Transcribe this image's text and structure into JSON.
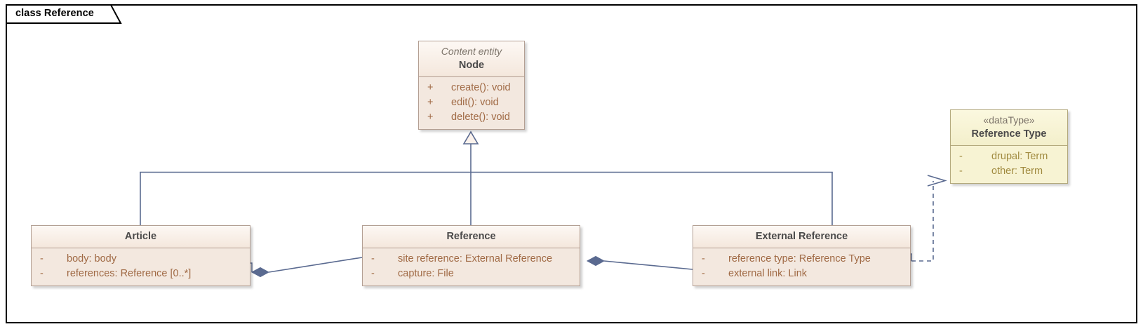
{
  "diagram": {
    "frame_title": "class Reference",
    "background": "#ffffff",
    "frame_border_color": "#000000"
  },
  "colors": {
    "class_fill": "#f3e8df",
    "class_header_fill": "#f6ece4",
    "class_border": "#b39f93",
    "datatype_fill": "#f7f3d3",
    "datatype_border": "#b3a97d",
    "member_text": "#a06a45",
    "datatype_member_text": "#a08a3f",
    "class_name_text": "#4b4a4a",
    "stereotype_text": "#7b7268",
    "connector": "#5a6a90",
    "diamond_fill": "#5a6a90"
  },
  "classes": [
    {
      "id": "node",
      "name": "Node",
      "stereotype": "Content entity",
      "stereotype_italic": true,
      "kind": "class",
      "members": [
        {
          "visibility": "+",
          "text": "create(): void"
        },
        {
          "visibility": "+",
          "text": "edit(): void"
        },
        {
          "visibility": "+",
          "text": "delete(): void"
        }
      ]
    },
    {
      "id": "reference-type",
      "name": "Reference Type",
      "stereotype": "«dataType»",
      "stereotype_italic": false,
      "kind": "datatype",
      "members": [
        {
          "visibility": "-",
          "text": "drupal: Term"
        },
        {
          "visibility": "-",
          "text": "other: Term"
        }
      ]
    },
    {
      "id": "article",
      "name": "Article",
      "stereotype": "",
      "stereotype_italic": false,
      "kind": "class",
      "members": [
        {
          "visibility": "-",
          "text": "body: body"
        },
        {
          "visibility": "-",
          "text": "references: Reference [0..*]"
        }
      ]
    },
    {
      "id": "reference",
      "name": "Reference",
      "stereotype": "",
      "stereotype_italic": false,
      "kind": "class",
      "members": [
        {
          "visibility": "-",
          "text": "site reference: External Reference"
        },
        {
          "visibility": "-",
          "text": "capture: File"
        }
      ]
    },
    {
      "id": "external-reference",
      "name": "External Reference",
      "stereotype": "",
      "stereotype_italic": false,
      "kind": "class",
      "members": [
        {
          "visibility": "-",
          "text": "reference type: Reference Type"
        },
        {
          "visibility": "-",
          "text": "external link: Link"
        }
      ]
    }
  ],
  "connectors": [
    {
      "id": "article-generalizes-node",
      "type": "generalization",
      "from": "Article",
      "to": "Node",
      "arrow": "hollow-triangle"
    },
    {
      "id": "reference-generalizes-node",
      "type": "generalization",
      "from": "Reference",
      "to": "Node",
      "arrow": "hollow-triangle"
    },
    {
      "id": "external-reference-generalizes-node",
      "type": "generalization",
      "from": "External Reference",
      "to": "Node",
      "arrow": "hollow-triangle"
    },
    {
      "id": "article-composes-reference",
      "type": "composition",
      "from": "Article",
      "to": "Reference",
      "arrow": "filled-diamond"
    },
    {
      "id": "reference-composes-external-reference",
      "type": "composition",
      "from": "Reference",
      "to": "External Reference",
      "arrow": "filled-diamond"
    },
    {
      "id": "external-reference-depends-reference-type",
      "type": "dependency",
      "from": "External Reference",
      "to": "Reference Type",
      "arrow": "open-arrow-dashed"
    }
  ]
}
